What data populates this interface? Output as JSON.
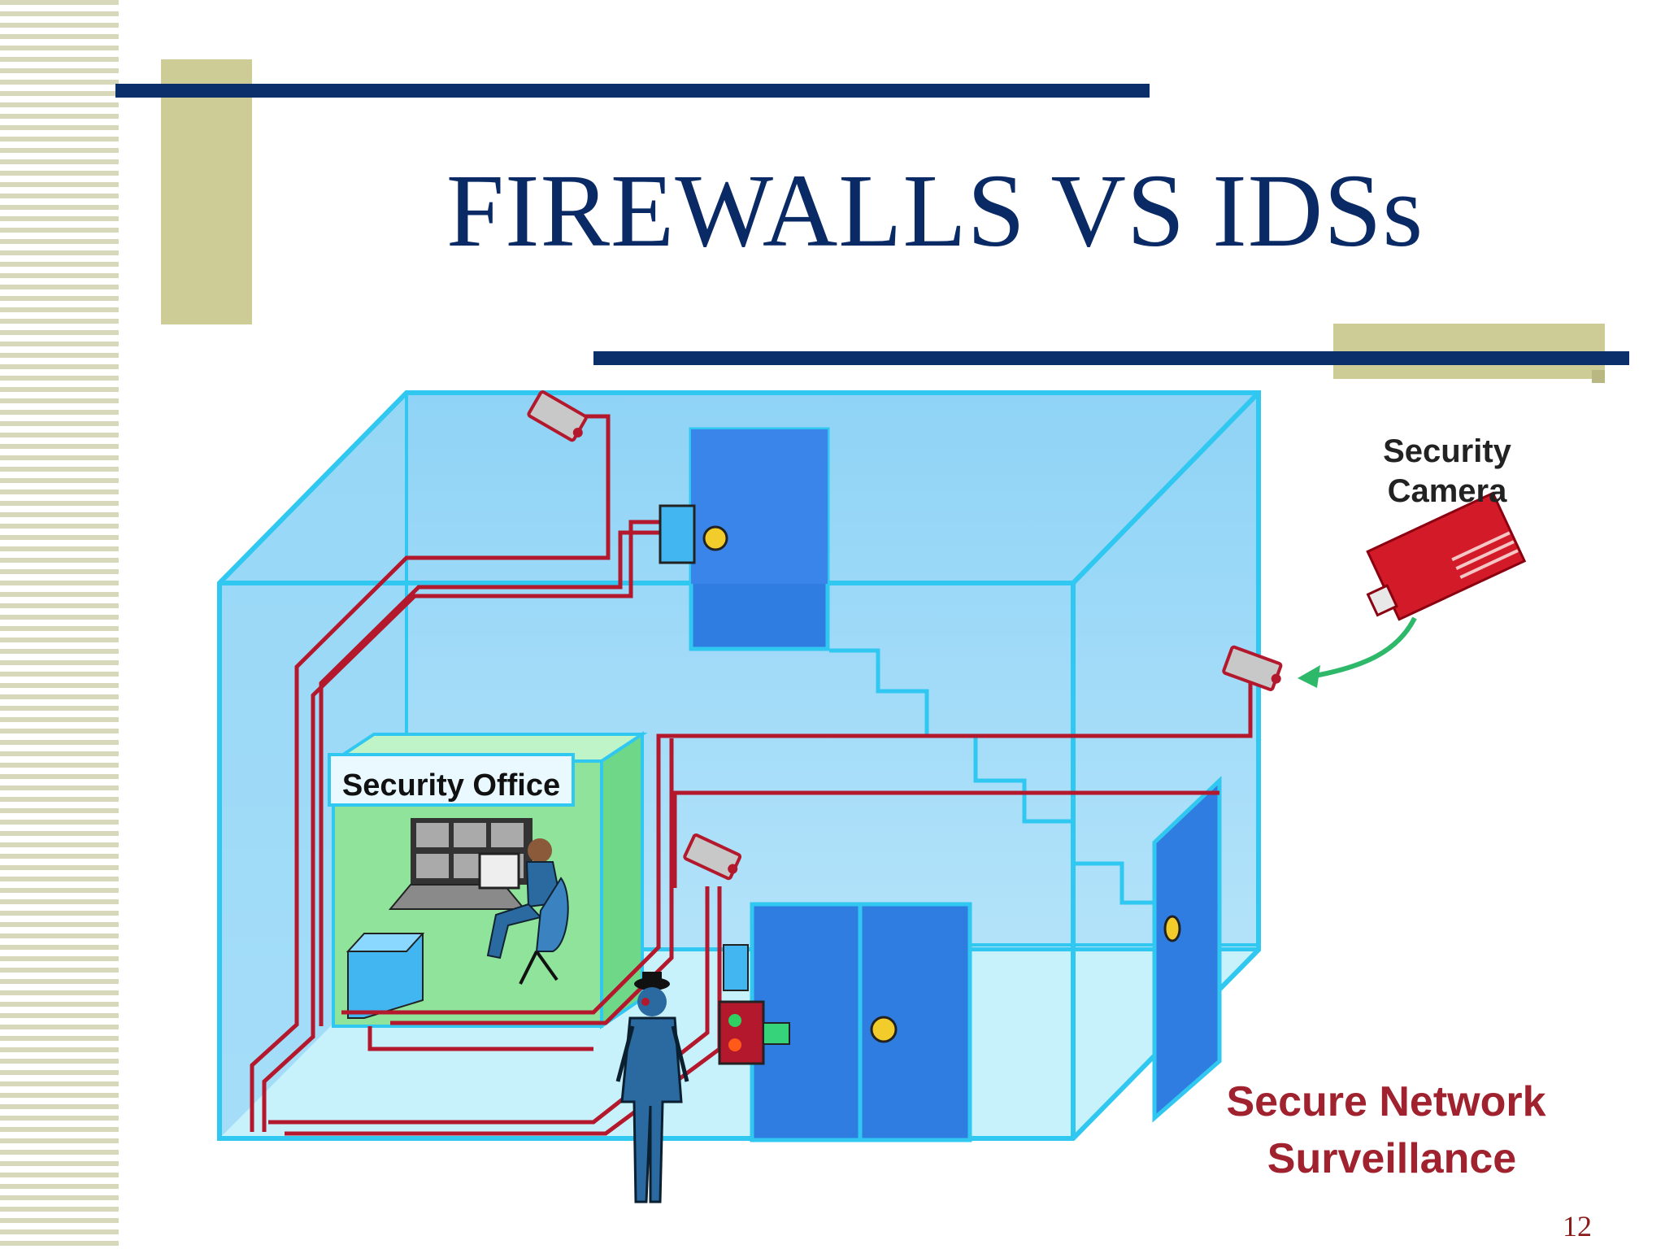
{
  "slide": {
    "title": "FIREWALLS  VS  IDSs",
    "page_number": "12"
  },
  "diagram": {
    "labels": {
      "security_office": "Security Office",
      "security_camera_line1": "Security",
      "security_camera_line2": "Camera",
      "caption_line1": "Secure Network",
      "caption_line2": "Surveillance"
    }
  },
  "colors": {
    "title": "#0a2a66",
    "accent_olive": "#cdcb96",
    "bar_navy": "#0b2f6b",
    "wire_red": "#b3182c",
    "building_edge": "#30c8f0",
    "caption": "#a0222e"
  }
}
